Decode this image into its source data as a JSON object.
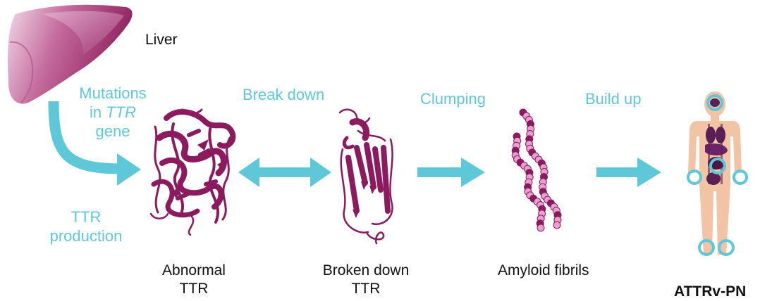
{
  "colors": {
    "accent_cyan": "#5ec8d9",
    "protein_purple": "#8b1a5e",
    "liver_purple": "#a3336f",
    "body_peach": "#f2c3a5",
    "organ_purple": "#5a1f55",
    "fibril_pink": "#e8a0d0"
  },
  "icons": {
    "liver": "liver-icon",
    "abnormal_protein": "tangled-protein-icon",
    "broken_protein": "beta-sheet-protein-icon",
    "fibrils": "amyloid-fibril-icon",
    "body": "human-body-organs-icon"
  },
  "labels": {
    "liver": "Liver",
    "mutations_line1": "Mutations",
    "mutations_line2_prefix": "in ",
    "mutations_line2_italic": "TTR",
    "mutations_line3": "gene",
    "production_line1": "TTR",
    "production_line2": "production",
    "break_down": "Break down",
    "clumping": "Clumping",
    "build_up": "Build up",
    "abnormal_line1": "Abnormal",
    "abnormal_line2": "TTR",
    "broken_line1": "Broken down",
    "broken_line2": "TTR",
    "amyloid": "Amyloid fibrils",
    "attrv": "ATTRv-PN"
  }
}
